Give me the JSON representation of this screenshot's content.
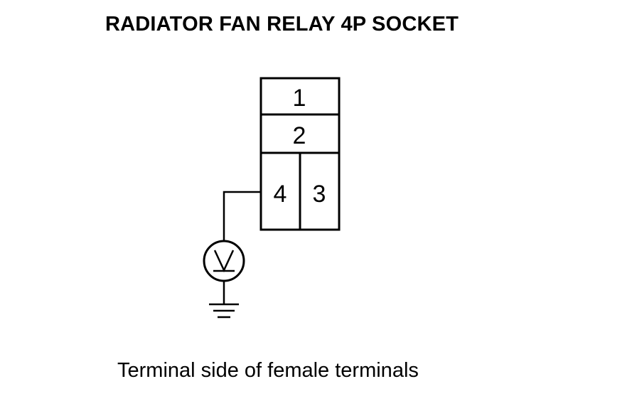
{
  "title": "RADIATOR FAN RELAY 4P SOCKET",
  "caption": "Terminal side of female terminals",
  "terminals": {
    "t1": "1",
    "t2": "2",
    "t3": "3",
    "t4": "4"
  },
  "meter": {
    "symbol": "V",
    "icon": "voltmeter-icon"
  },
  "ground": {
    "icon": "ground-symbol-icon"
  },
  "colors": {
    "line": "#000000",
    "background": "#ffffff"
  }
}
